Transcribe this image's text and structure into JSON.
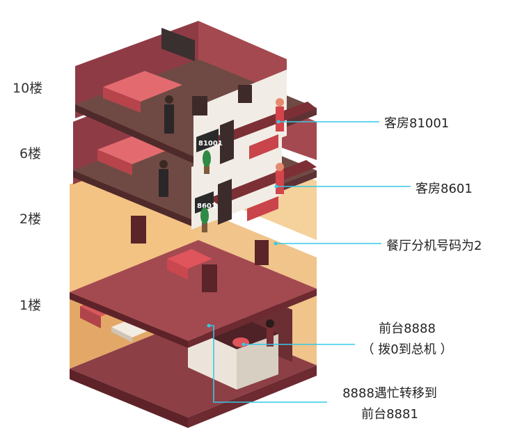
{
  "floors": [
    {
      "label": "10楼"
    },
    {
      "label": "6楼"
    },
    {
      "label": "2楼"
    },
    {
      "label": "1楼"
    }
  ],
  "room_signs": [
    "81001",
    "8601"
  ],
  "callouts": {
    "room_81001": "客房81001",
    "room_8601": "客房8601",
    "restaurant": "餐厅分机号码为2",
    "front_desk_line1": "前台8888",
    "front_desk_line2": "（ 拨0到总机 ）",
    "transfer_line1": "8888遇忙转移到",
    "transfer_line2": "前台8881"
  },
  "colors": {
    "callout_line": "#35c9e8",
    "wall_dark": "#8f3b45",
    "wall_light": "#e9b87a",
    "floor_wood": "#7a3a3f",
    "accent_red": "#e0545b"
  }
}
